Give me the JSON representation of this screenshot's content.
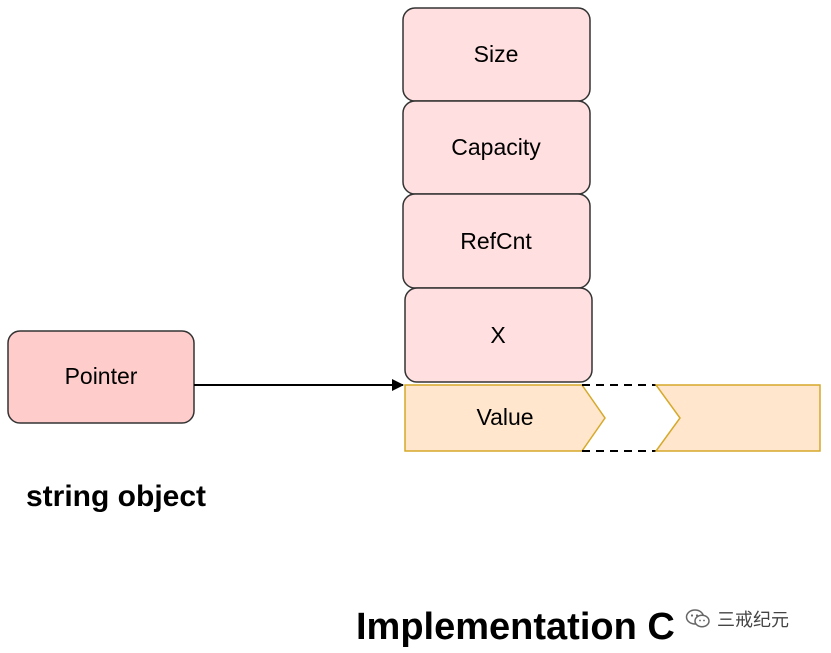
{
  "boxes": {
    "size": "Size",
    "capacity": "Capacity",
    "refcnt": "RefCnt",
    "x": "X",
    "value": "Value",
    "pointer": "Pointer"
  },
  "captions": {
    "string_object": "string object",
    "implementation": "Implementation C"
  },
  "watermark": {
    "text": "三戒纪元",
    "icon": "wechat-icon"
  },
  "colors": {
    "header_fill": "#ffdfdf",
    "pointer_fill": "#ffcccc",
    "value_fill": "#ffe6cc",
    "value_stroke": "#d6a92a",
    "stroke": "#333333"
  }
}
